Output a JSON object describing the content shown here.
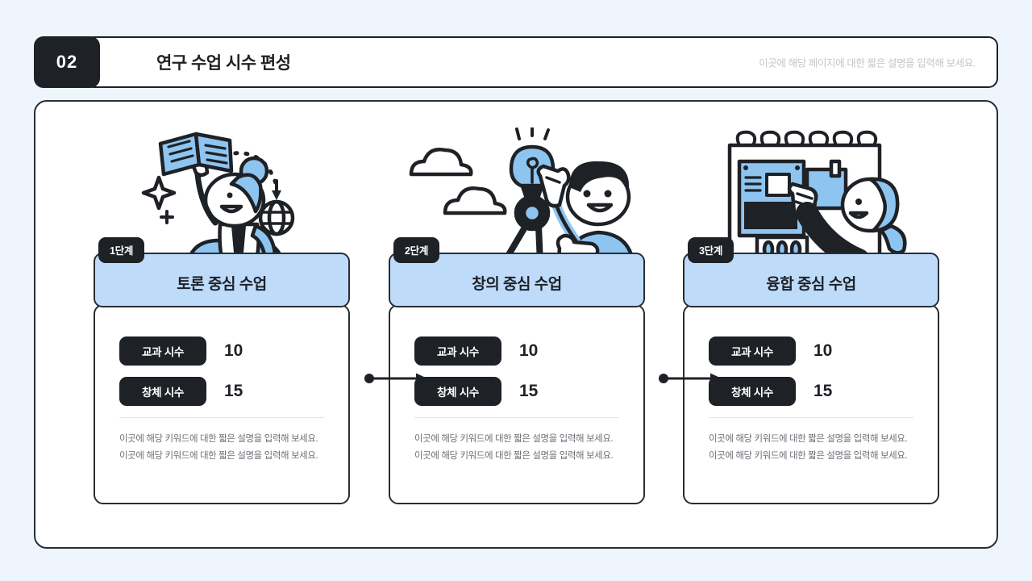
{
  "header": {
    "number": "02",
    "title": "연구 수업 시수 편성",
    "description": "이곳에 해당 페이지에 대한 짧은 설명을 입력해 보세요."
  },
  "colors": {
    "background": "#eff5fc",
    "ink": "#1e2126",
    "accent_blue": "#bedcfa",
    "illustration_blue": "#8ec5f0",
    "muted_text": "#6e7278",
    "placeholder_text": "#c2c6cc"
  },
  "columns": [
    {
      "badge": "1단계",
      "title": "토론 중심 수업",
      "illustration": "person-raising-book-icon",
      "metrics": [
        {
          "label": "교과 시수",
          "value": "10"
        },
        {
          "label": "창체 시수",
          "value": "15"
        }
      ],
      "description": "이곳에 해당 키워드에 대한 짧은 설명을 입력해 보세요. 이곳에 해당 키워드에 대한 짧은 설명을 입력해 보세요."
    },
    {
      "badge": "2단계",
      "title": "창의 중심 수업",
      "illustration": "compass-lightbulb-thumbsup-icon",
      "metrics": [
        {
          "label": "교과 시수",
          "value": "10"
        },
        {
          "label": "창체 시수",
          "value": "15"
        }
      ],
      "description": "이곳에 해당 키워드에 대한 짧은 설명을 입력해 보세요. 이곳에 해당 키워드에 대한 짧은 설명을 입력해 보세요."
    },
    {
      "badge": "3단계",
      "title": "융합 중심 수업",
      "illustration": "flipchart-sticky-note-icon",
      "metrics": [
        {
          "label": "교과 시수",
          "value": "10"
        },
        {
          "label": "창체 시수",
          "value": "15"
        }
      ],
      "description": "이곳에 해당 키워드에 대한 짧은 설명을 입력해 보세요. 이곳에 해당 키워드에 대한 짧은 설명을 입력해 보세요."
    }
  ],
  "connectors": [
    {
      "name": "arrow-stage1-to-stage2"
    },
    {
      "name": "arrow-stage2-to-stage3"
    }
  ]
}
